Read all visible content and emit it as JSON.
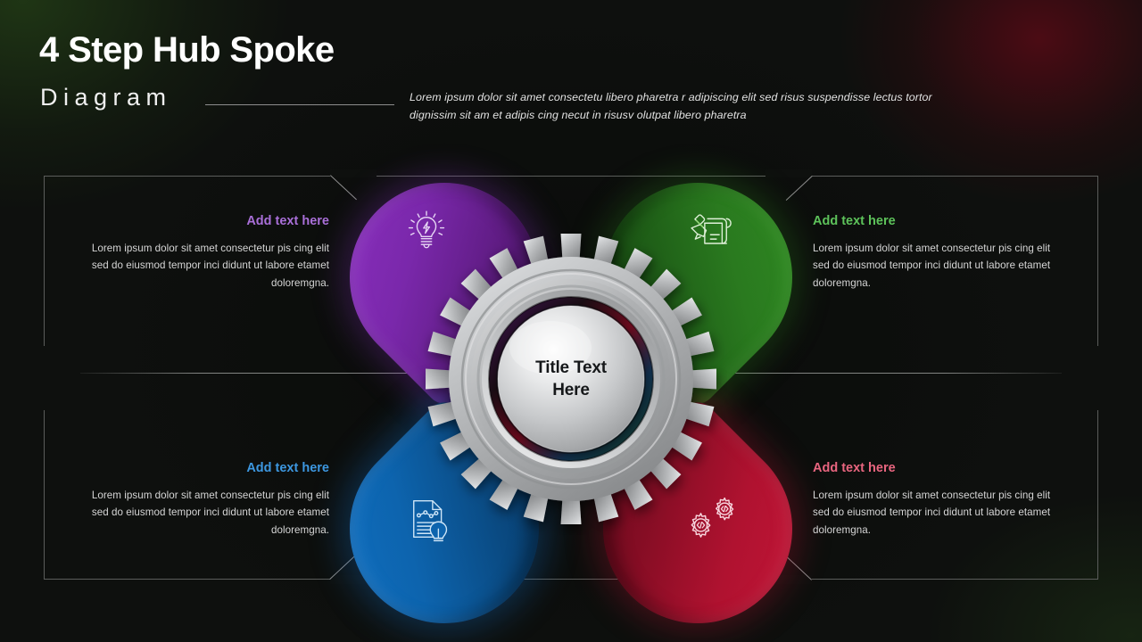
{
  "header": {
    "title_main": "4 Step Hub Spoke",
    "title_sub": "Diagram",
    "description": "Lorem ipsum dolor sit amet consectetu libero pharetra r adipiscing elit sed risus suspendisse lectus tortor dignissim sit am et adipis cing necut in risusv olutpat libero pharetra"
  },
  "hub": {
    "title_line1": "Title Text",
    "title_line2": "Here",
    "gear_color": "#b9bbbd"
  },
  "quadrants": [
    {
      "id": "top-left",
      "heading": "Add text here",
      "body": "Lorem ipsum dolor sit amet consectetur pis cing elit sed do eiusmod tempor inci didunt ut labore etamet doloremgna.",
      "color": "#a96fd8",
      "petal_color": "#7a28ab",
      "icon": "lightbulb-bolt-icon"
    },
    {
      "id": "top-right",
      "heading": "Add text here",
      "body": "Lorem ipsum dolor sit amet consectetur pis cing elit sed do eiusmod tempor inci didunt ut labore etamet doloremgna.",
      "color": "#5dc25a",
      "petal_color": "#2a7a1f",
      "icon": "pencil-scroll-icon"
    },
    {
      "id": "bottom-left",
      "heading": "Add text here",
      "body": "Lorem ipsum dolor sit amet consectetur pis cing elit sed do eiusmod tempor inci didunt ut labore etamet doloremgna.",
      "color": "#3d97e0",
      "petal_color": "#0d64ae",
      "icon": "document-lightbulb-icon"
    },
    {
      "id": "bottom-right",
      "heading": "Add text here",
      "body": "Lorem ipsum dolor sit amet consectetur pis cing elit sed do eiusmod tempor inci didunt ut labore etamet doloremgna.",
      "color": "#e8657f",
      "petal_color": "#b01230",
      "icon": "code-gears-icon"
    }
  ],
  "theme": {
    "background": "#0e100e",
    "frame_border": "#5b5d5b",
    "body_text": "#d6d6d6"
  }
}
